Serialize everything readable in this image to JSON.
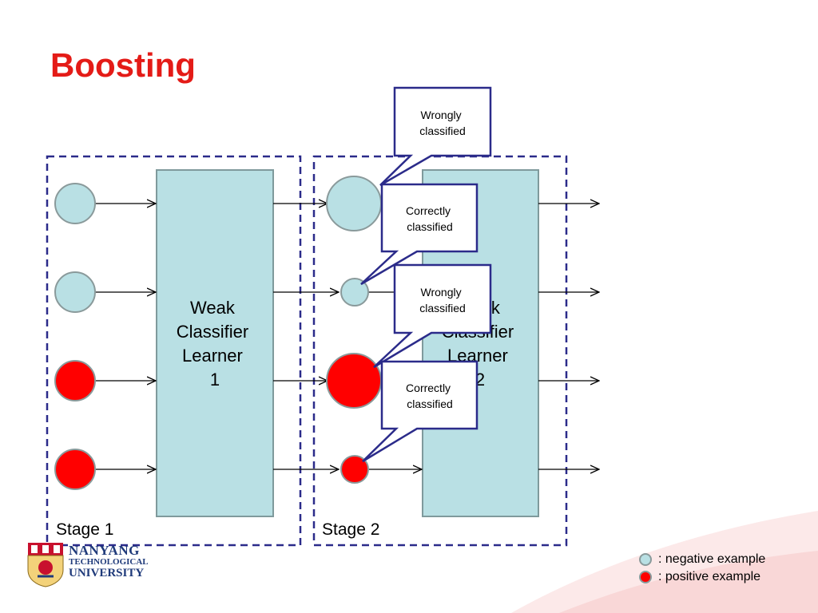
{
  "slide": {
    "title": "Boosting"
  },
  "stages": [
    {
      "label": "Stage 1"
    },
    {
      "label": "Stage 2"
    }
  ],
  "classifiers": [
    {
      "lines": [
        "Weak",
        "Classifier",
        "Learner",
        "1"
      ]
    },
    {
      "lines": [
        "Weak",
        "Classifier",
        "Learner",
        "2"
      ]
    }
  ],
  "callouts": [
    {
      "lines": [
        "Wrongly",
        "classified"
      ]
    },
    {
      "lines": [
        "Correctly",
        "classified"
      ]
    },
    {
      "lines": [
        "Wrongly",
        "classified"
      ]
    },
    {
      "lines": [
        "Correctly",
        "classified"
      ]
    }
  ],
  "legend": {
    "negative": {
      "label": ": negative example",
      "color": "#b9e0e4"
    },
    "positive": {
      "label": ": positive example",
      "color": "#ff0000"
    }
  },
  "logo": {
    "line1": "NANYANG",
    "line2": "TECHNOLOGICAL",
    "line3": "UNIVERSITY"
  },
  "colors": {
    "title": "#e41b17",
    "negative_fill": "#b9e0e4",
    "positive_fill": "#ff0000",
    "box_fill": "#b9e0e4",
    "dashed_border": "#2b2b8a",
    "callout_border": "#2b2b8a"
  }
}
